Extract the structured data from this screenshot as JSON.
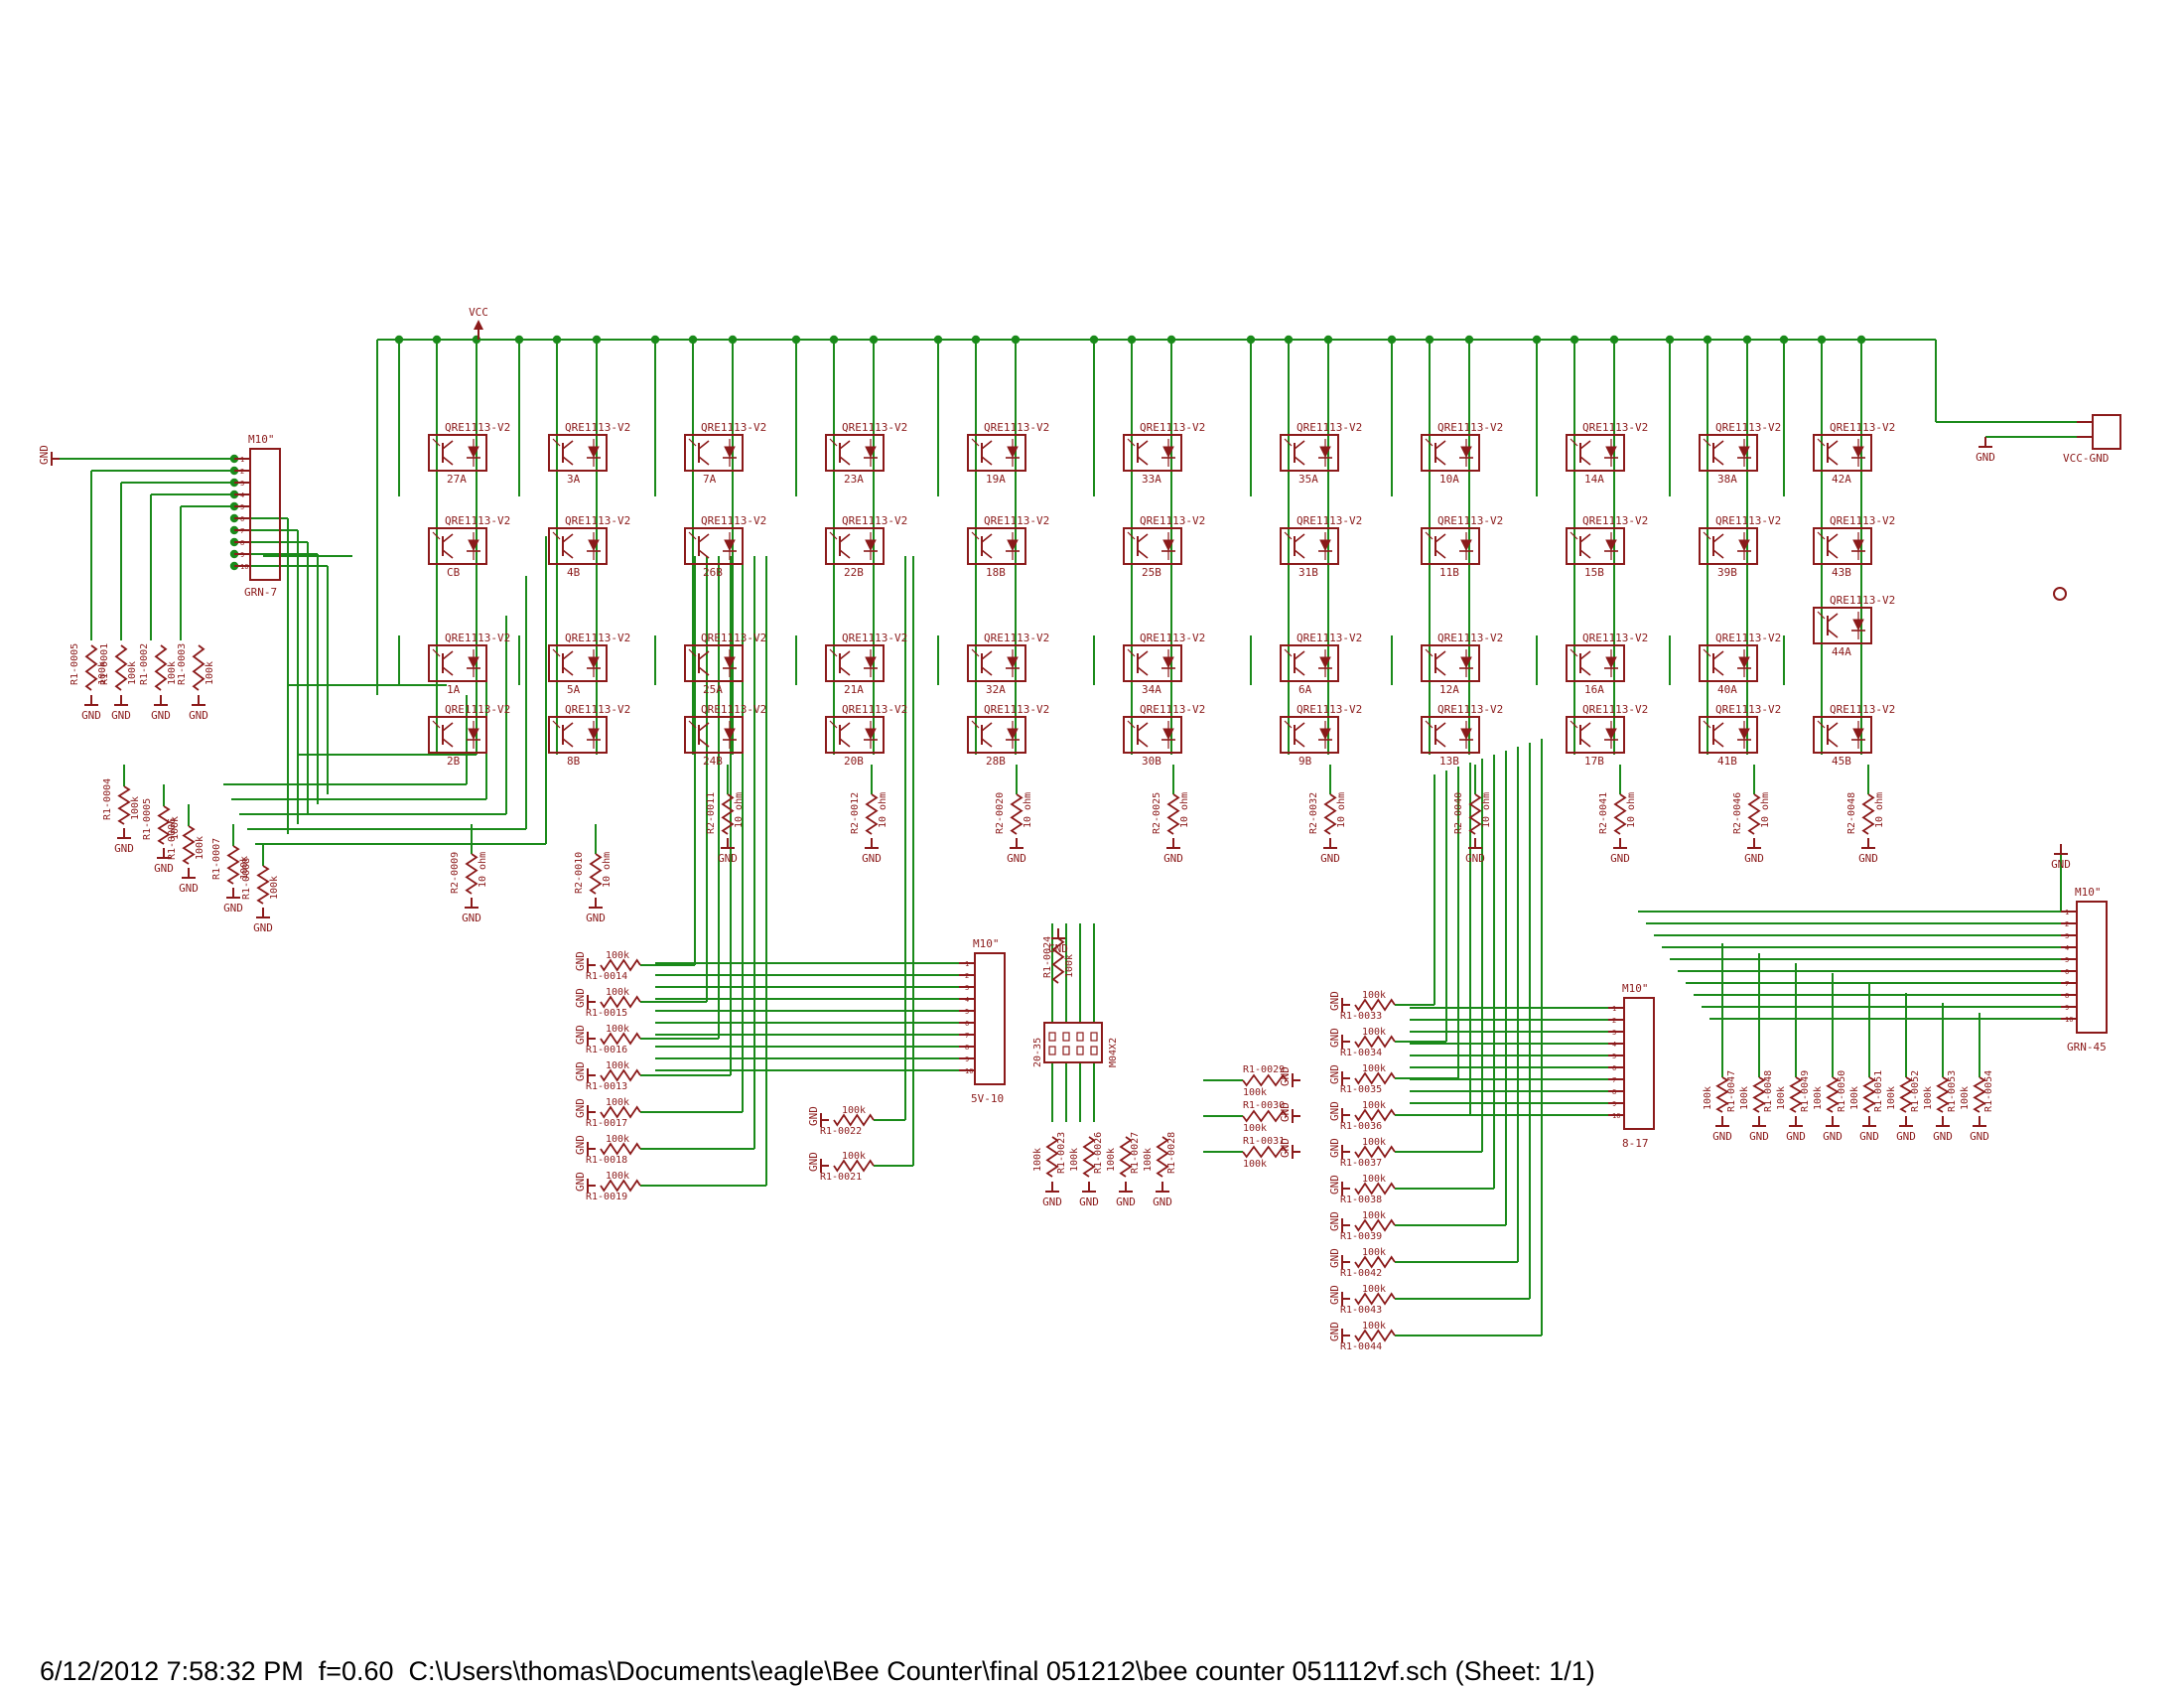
{
  "footer": {
    "text": "6/12/2012 7:58:32 PM  f=0.60  C:\\Users\\thomas\\Documents\\eagle\\Bee Counter\\final 051212\\bee counter 051112vf.sch (Sheet: 1/1)"
  },
  "colors": {
    "wire": "#1a8a1a",
    "part": "#8b1a1a",
    "text": "#8b1a1a",
    "junction": "#1a8a1a"
  },
  "power": {
    "vcc": "VCC",
    "gnd": "GND"
  },
  "sensor_part": "QRE1113-V2",
  "sensors": {
    "row1": [
      "27A",
      "3A",
      "7A",
      "23A",
      "19A",
      "33A",
      "35A",
      "10A",
      "14A",
      "38A",
      "42A"
    ],
    "row2": [
      "CB",
      "4B",
      "26B",
      "22B",
      "18B",
      "25B",
      "31B",
      "11B",
      "15B",
      "39B",
      "43B"
    ],
    "row3": [
      "1A",
      "5A",
      "25A",
      "21A",
      "32A",
      "34A",
      "6A",
      "12A",
      "16A",
      "40A",
      "44A"
    ],
    "row4": [
      "2B",
      "8B",
      "24B",
      "20B",
      "28B",
      "30B",
      "9B",
      "13B",
      "17B",
      "41B",
      "45B"
    ]
  },
  "ten_ohm_resistors": [
    {
      "name": "R2-0009",
      "value": "10 ohm"
    },
    {
      "name": "R2-0010",
      "value": "10 ohm"
    },
    {
      "name": "R2-0011",
      "value": "10 ohm"
    },
    {
      "name": "R2-0012",
      "value": "10 ohm"
    },
    {
      "name": "R2-0020",
      "value": "10 ohm"
    },
    {
      "name": "R2-0025",
      "value": "10 ohm"
    },
    {
      "name": "R2-0032",
      "value": "10 ohm"
    },
    {
      "name": "R2-0040",
      "value": "10 ohm"
    },
    {
      "name": "R2-0041",
      "value": "10 ohm"
    },
    {
      "name": "R2-0046",
      "value": "10 ohm"
    },
    {
      "name": "R2-0048",
      "value": "10 ohm"
    }
  ],
  "left_resistors": {
    "top": [
      "R1-0005",
      "R1-0001",
      "R1-0002",
      "R1-0003"
    ],
    "lower": [
      "R1-0004",
      "R1-0005",
      "R1-0006",
      "R1-0007",
      "R1-0008"
    ],
    "value": "100k"
  },
  "connectors": {
    "grn7": {
      "part": "M10\"",
      "label": "GRN-7"
    },
    "v510": {
      "part": "M10\"",
      "label": "5V-10"
    },
    "m04x2": {
      "part": "M04X2",
      "label": "20-35"
    },
    "e17": {
      "part": "M10\"",
      "label": "8-17"
    },
    "grn45": {
      "part": "M10\"",
      "label": "GRN-45"
    },
    "vccgnd": {
      "label": "VCC-GND"
    }
  },
  "bank_a": [
    "R1-0014",
    "R1-0015",
    "R1-0016",
    "R1-0013",
    "R1-0017",
    "R1-0018",
    "R1-0019"
  ],
  "bank_b": [
    "R1-0022",
    "R1-0021"
  ],
  "bank_c_vertical": [
    "R1-0023",
    "R1-0026",
    "R1-0027",
    "R1-0028"
  ],
  "bank_c_top": "R1-0024",
  "bank_d": [
    "R1-0029",
    "R1-0030",
    "R1-0031"
  ],
  "bank_e": [
    "R1-0033",
    "R1-0034",
    "R1-0035",
    "R1-0036",
    "R1-0037",
    "R1-0038",
    "R1-0039",
    "R1-0042",
    "R1-0043",
    "R1-0044"
  ],
  "bank_f": [
    "R1-0047",
    "R1-0048",
    "R1-0049",
    "R1-0050",
    "R1-0051",
    "R1-0052",
    "R1-0053",
    "R1-0054"
  ],
  "pin_numbers": [
    "1",
    "2",
    "3",
    "4",
    "5",
    "6",
    "7",
    "8",
    "9",
    "10"
  ],
  "value_100k": "100k"
}
